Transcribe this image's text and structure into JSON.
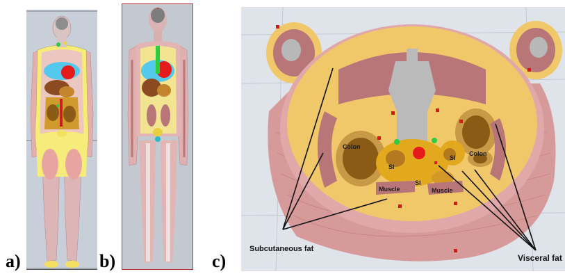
{
  "panel_labels": {
    "a": "a)",
    "b": "b)",
    "c": "c)"
  },
  "organ_labels": {
    "colon_left": "Colon",
    "colon_right": "Colon",
    "si_left": "SI",
    "si_center": "SI",
    "si_right": "SI",
    "muscle_left": "Muscle",
    "muscle_right": "Muscle"
  },
  "annotations": {
    "subcutaneous": "Subcutaneous fat",
    "visceral": "Visceral fat"
  },
  "colors": {
    "skin": "#e2aeae",
    "fat": "#f0c86a",
    "muscle": "#b87678",
    "bone": "#b8b8b8",
    "colon": "#8b5a14",
    "small_intestine": "#e2a81e",
    "liver": "#8b4a20",
    "heart": "#e51a1a",
    "lung": "#55c8ee"
  }
}
